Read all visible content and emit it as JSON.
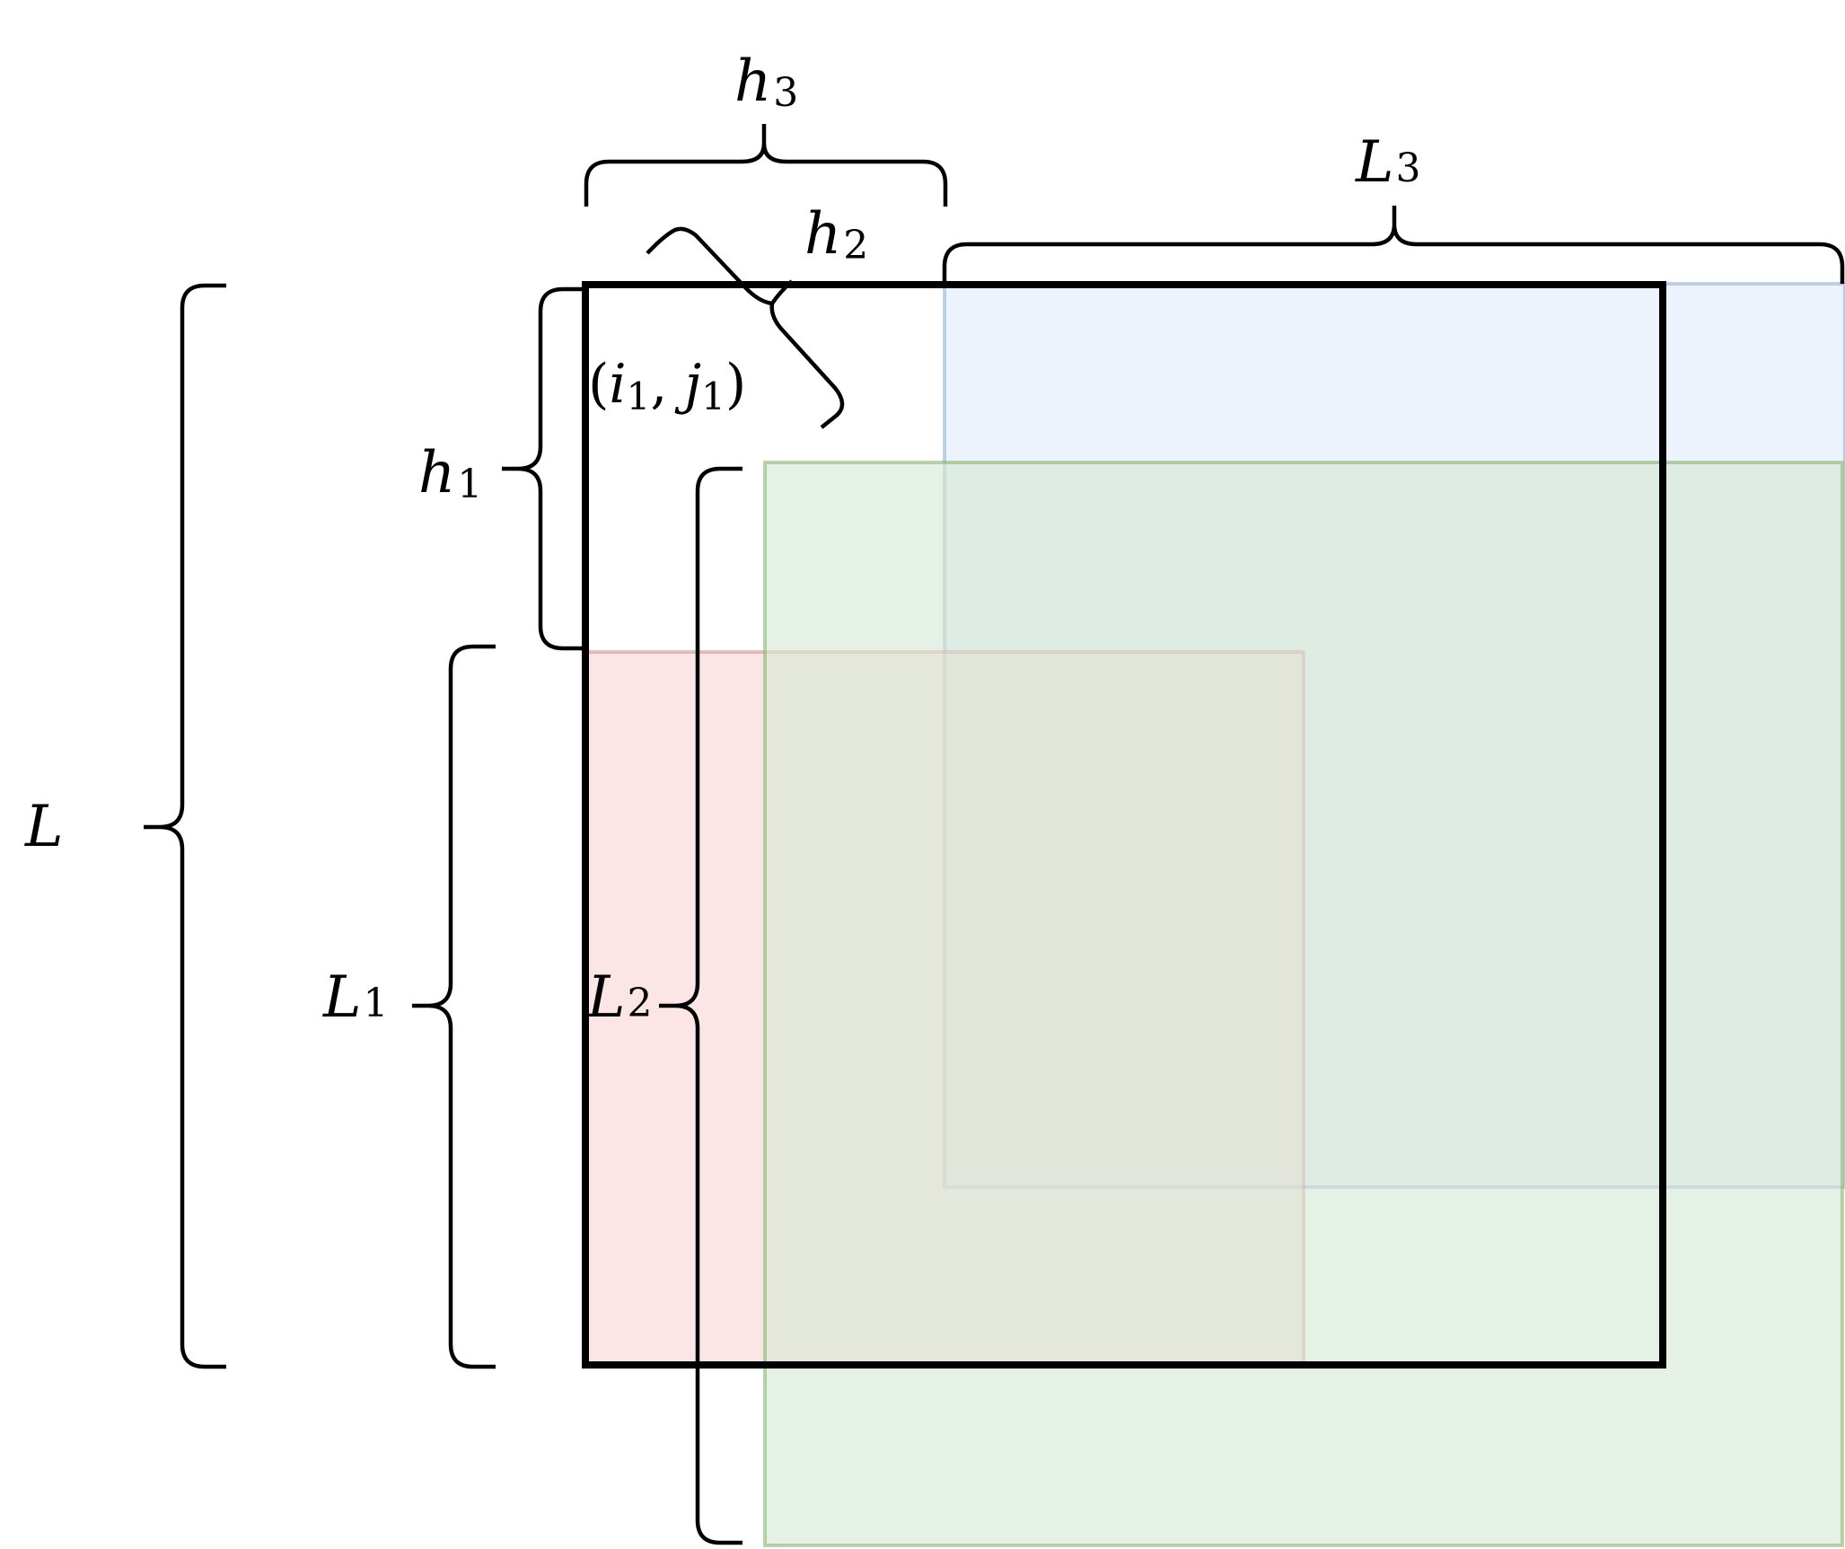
{
  "diagram": {
    "title": "Overlapping square regions with brace dimension annotations",
    "regions": [
      {
        "id": "main",
        "description": "main outlined square",
        "fill": "none",
        "stroke": "#000000"
      },
      {
        "id": "red",
        "description": "red region (side L1)",
        "fill": "#f8cecc",
        "stroke": "#b85450",
        "opacity": 0.5
      },
      {
        "id": "blue",
        "description": "blue region (side L3)",
        "fill": "#dae8fc",
        "stroke": "#6c8ebf",
        "opacity": 0.5
      },
      {
        "id": "green",
        "description": "green region (side L2)",
        "fill": "#d5e8d4",
        "stroke": "#82b366",
        "opacity": 0.6
      }
    ],
    "labels": {
      "L": {
        "base": "L",
        "sub": ""
      },
      "L1": {
        "base": "L",
        "sub": "1"
      },
      "L2": {
        "base": "L",
        "sub": "2"
      },
      "L3": {
        "base": "L",
        "sub": "3"
      },
      "h1": {
        "base": "h",
        "sub": "1"
      },
      "h2": {
        "base": "h",
        "sub": "2"
      },
      "h3": {
        "base": "h",
        "sub": "3"
      },
      "corner": {
        "open": "(",
        "i": "i",
        "i_sub": "1",
        "comma": ", ",
        "j": "j",
        "j_sub": "1",
        "close": ")"
      }
    },
    "braces": [
      {
        "label": "L",
        "orientation": "vertical-left",
        "spans": "main square height"
      },
      {
        "label": "L1",
        "orientation": "vertical-left",
        "spans": "red region height"
      },
      {
        "label": "L2",
        "orientation": "vertical-left",
        "spans": "green region height"
      },
      {
        "label": "h1",
        "orientation": "vertical-left",
        "spans": "offset from main top to red top"
      },
      {
        "label": "h2",
        "orientation": "diagonal",
        "spans": "diagonal offset to green corner"
      },
      {
        "label": "h3",
        "orientation": "horizontal-top",
        "spans": "offset from main left to blue left"
      },
      {
        "label": "L3",
        "orientation": "horizontal-top",
        "spans": "blue region width"
      }
    ]
  }
}
